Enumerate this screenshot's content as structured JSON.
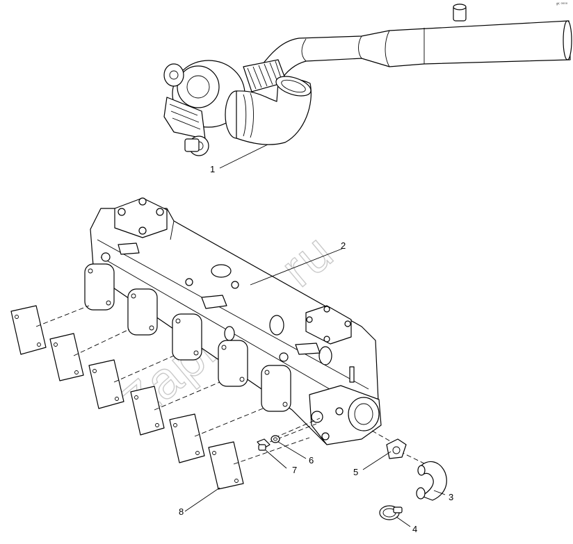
{
  "watermark": "Zapkam.ru",
  "corner_code": "ᵍᴷ ⁰⁰⁰⁰",
  "callouts": [
    "1",
    "2",
    "3",
    "4",
    "5",
    "6",
    "7",
    "8"
  ]
}
